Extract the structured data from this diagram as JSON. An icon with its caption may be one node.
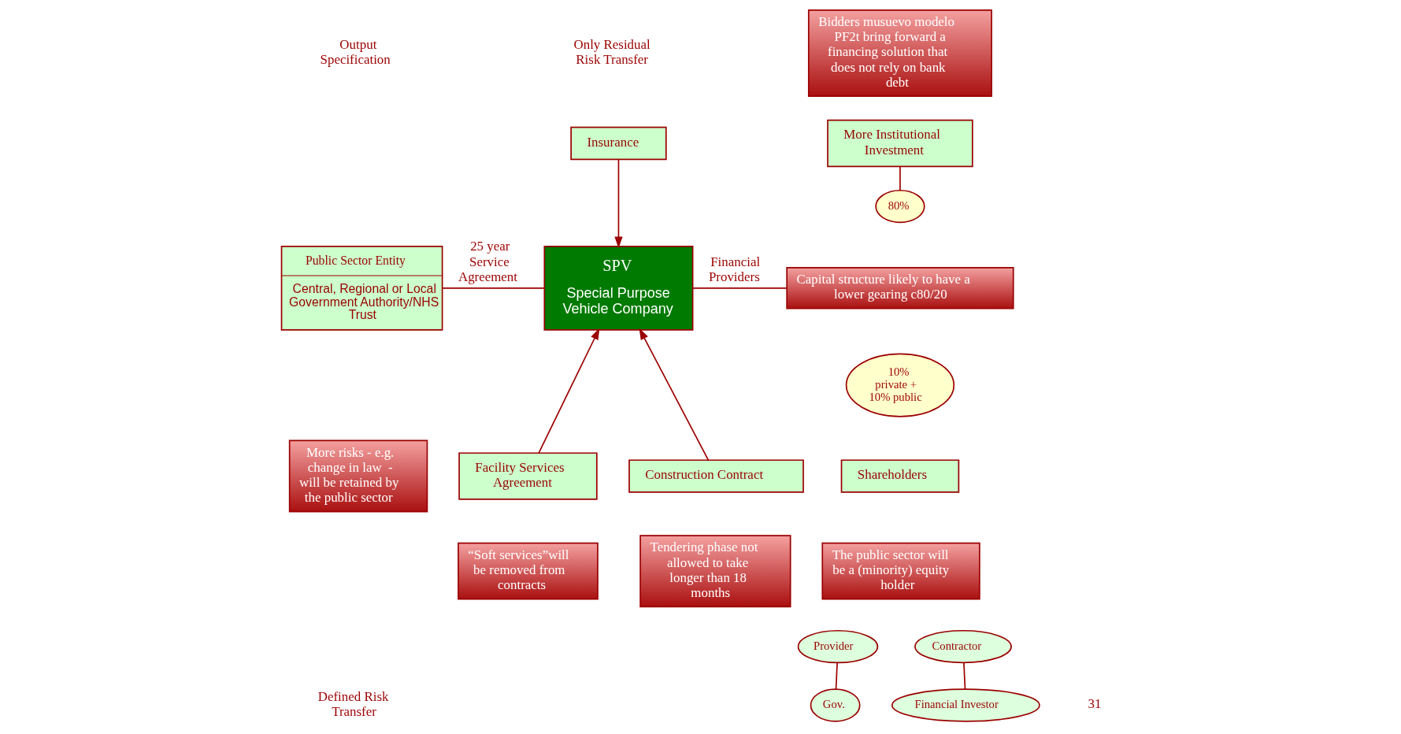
{
  "diagram": {
    "nodes": [
      {
        "text": [
          "Insurance"
        ]
      },
      {
        "text": [
          "SPV",
          "Special Purpose Vehicle Company"
        ]
      },
      {
        "text": [
          "Public Sector Entity",
          "Central, Regional or Local Government Authority/NHS Trust"
        ]
      },
      {
        "text": [
          "Construction Contract"
        ]
      },
      {
        "text": [
          "Facility Services Agreement"
        ]
      },
      {
        "text": [
          "More Institutional Investment"
        ]
      },
      {
        "text": [
          "80%"
        ]
      },
      {
        "text": [
          "10% private + 10% public"
        ]
      },
      {
        "text": [
          "Shareholders"
        ]
      },
      {
        "text": [
          "Contractor"
        ]
      },
      {
        "text": [
          "Provider"
        ]
      },
      {
        "text": [
          "Financial Investor"
        ]
      },
      {
        "text": [
          "Gov."
        ]
      },
      {
        "text": [
          "Bidders musuevo modelo PF2t bring forward a financing solution that does not rely on bank debt"
        ]
      },
      {
        "text": [
          "Capital structure likely to have a lower gearing c80/20"
        ]
      },
      {
        "text": [
          "More risks - e.g. change in law  - will be retained by the public sector"
        ]
      },
      {
        "text": [
          "Tendering phase not allowed to take longer than 18 months"
        ]
      },
      {
        "text": [
          "“Soft services”will be removed from contracts"
        ]
      },
      {
        "text": [
          "The public sector will be a (minority) equity holder"
        ]
      }
    ],
    "edges": [
      {
        "from": 0,
        "to": 1,
        "arrow": "to"
      },
      {
        "from": 2,
        "to": 1,
        "arrow": "none",
        "label": "25 year Service Agreement"
      },
      {
        "from": 3,
        "to": 1,
        "arrow": "to"
      },
      {
        "from": 4,
        "to": 1,
        "arrow": "to"
      },
      {
        "from": 1,
        "to": 14,
        "arrow": "none",
        "label": "Financial Providers"
      },
      {
        "from": 5,
        "to": 6,
        "arrow": "none"
      },
      {
        "from": 9,
        "to": 11,
        "arrow": "none"
      },
      {
        "from": 10,
        "to": 12,
        "arrow": "none"
      }
    ],
    "labels": [
      "Output Specification",
      "Only Residual Risk Transfer",
      "Defined Risk Transfer",
      "31"
    ]
  }
}
